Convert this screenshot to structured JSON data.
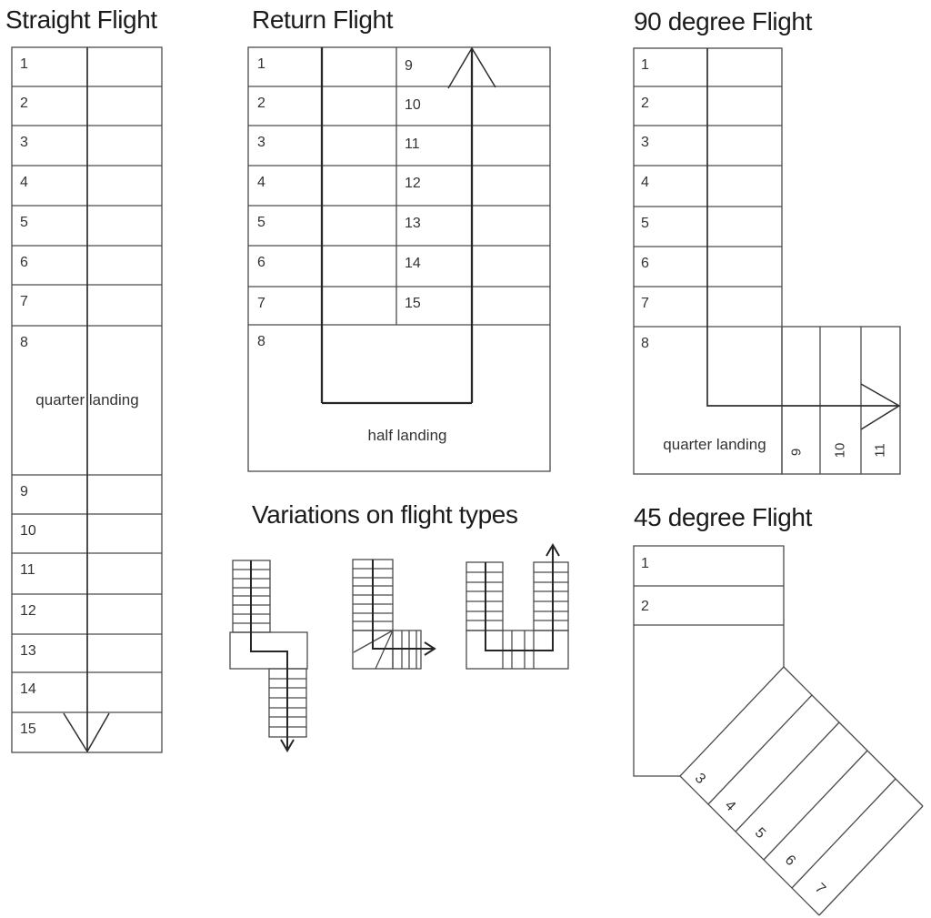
{
  "sections": {
    "straight": {
      "title": "Straight Flight",
      "steps": [
        "1",
        "2",
        "3",
        "4",
        "5",
        "6",
        "7",
        "8",
        "9",
        "10",
        "11",
        "12",
        "13",
        "14",
        "15"
      ],
      "landing_label": "quarter landing"
    },
    "return": {
      "title": "Return Flight",
      "steps_left": [
        "1",
        "2",
        "3",
        "4",
        "5",
        "6",
        "7",
        "8"
      ],
      "steps_right": [
        "9",
        "10",
        "11",
        "12",
        "13",
        "14",
        "15"
      ],
      "landing_label": "half landing"
    },
    "ninety": {
      "title": "90 degree Flight",
      "steps_main": [
        "1",
        "2",
        "3",
        "4",
        "5",
        "6",
        "7",
        "8"
      ],
      "steps_side": [
        "9",
        "10",
        "11"
      ],
      "landing_label": "quarter landing"
    },
    "variations": {
      "title": "Variations on flight types"
    },
    "fortyfive": {
      "title": "45 degree Flight",
      "steps_straight": [
        "1",
        "2"
      ],
      "steps_diagonal": [
        "3",
        "4",
        "5",
        "6",
        "7"
      ]
    }
  },
  "palette": {
    "background": "#ffffff",
    "grid_line": "#4a4a4a",
    "arrow_line": "#262626",
    "label_text": "#333333",
    "title_text": "#1c1c1c"
  }
}
